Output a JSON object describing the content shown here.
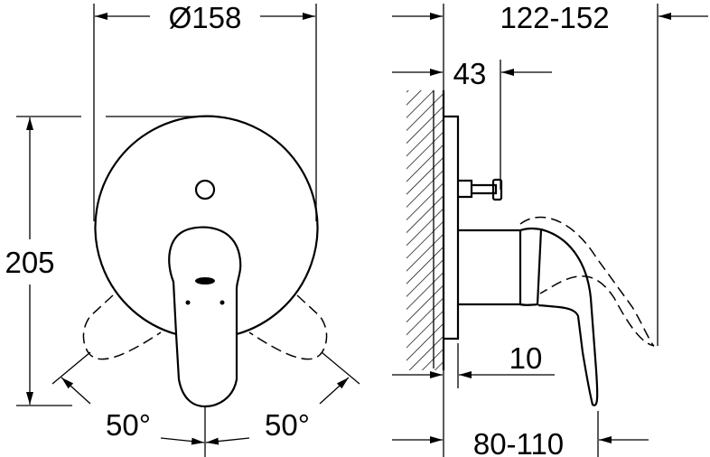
{
  "diagram": {
    "front_view": {
      "diameter_label": "Ø158",
      "height_label": "205",
      "angle_left_label": "50°",
      "angle_right_label": "50°"
    },
    "side_view": {
      "depth_total_label": "122-152",
      "spout_offset_label": "43",
      "plate_thickness_label": "10",
      "lever_depth_label": "80-110"
    },
    "colors": {
      "line": "#000000",
      "background": "#ffffff"
    }
  }
}
